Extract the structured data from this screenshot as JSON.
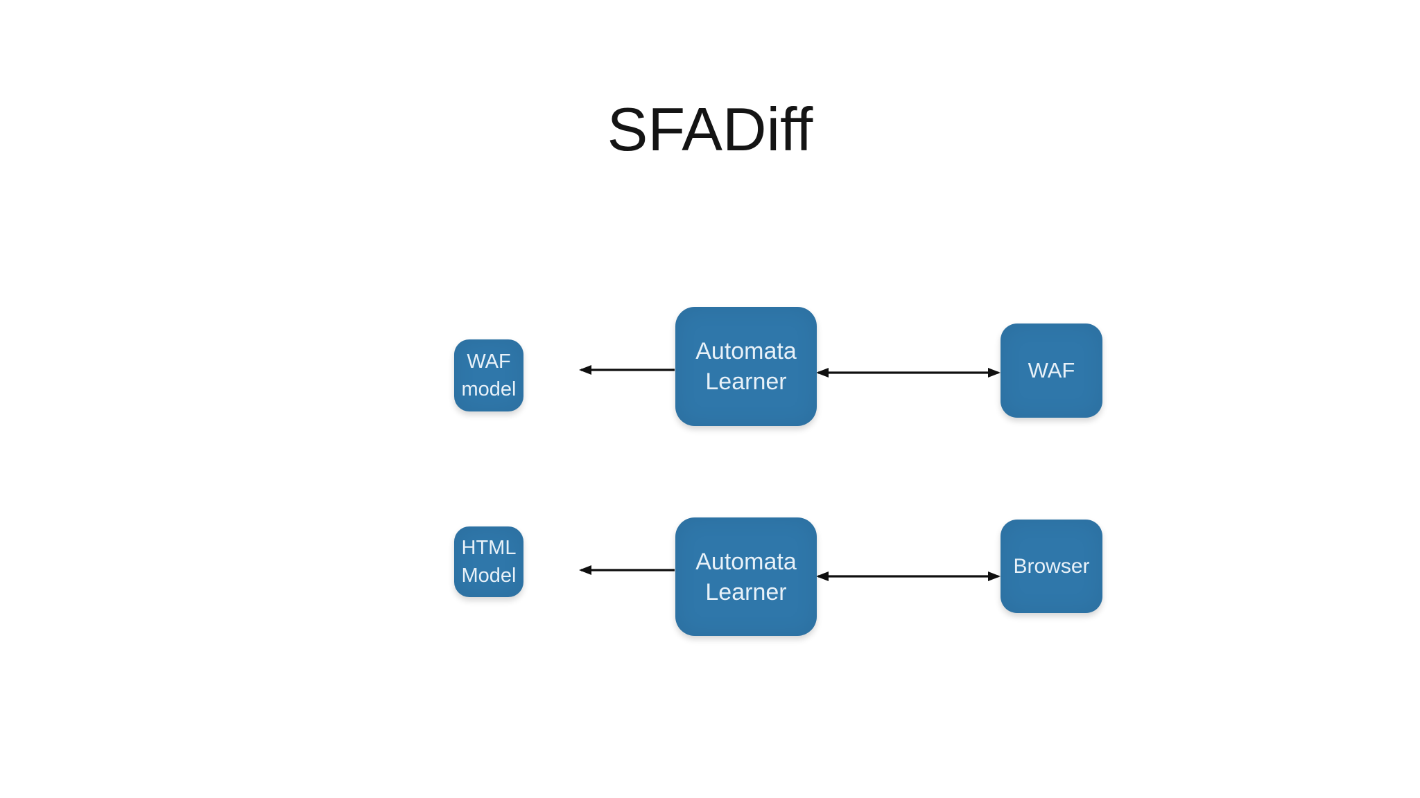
{
  "title": "SFADiff",
  "colors": {
    "background": "#ffffff",
    "box_fill": "#2f77aa",
    "box_text": "#e8f1f8",
    "arrow": "#0f0f0f",
    "title_color": "#141414"
  },
  "nodes": {
    "waf_model": {
      "line1": "WAF",
      "line2": "model"
    },
    "automata_learner_top": {
      "line1": "Automata",
      "line2": "Learner"
    },
    "waf": {
      "line1": "WAF"
    },
    "html_model": {
      "line1": "HTML",
      "line2": "Model"
    },
    "automata_learner_bottom": {
      "line1": "Automata",
      "line2": "Learner"
    },
    "browser": {
      "line1": "Browser"
    }
  },
  "connections": [
    {
      "from": "automata_learner_top",
      "to": "waf_model",
      "style": "single-headed-arrow",
      "direction": "left"
    },
    {
      "from": "automata_learner_top",
      "to": "waf",
      "style": "double-headed-arrow",
      "direction": "both"
    },
    {
      "from": "automata_learner_bottom",
      "to": "html_model",
      "style": "single-headed-arrow",
      "direction": "left"
    },
    {
      "from": "automata_learner_bottom",
      "to": "browser",
      "style": "double-headed-arrow",
      "direction": "both"
    }
  ]
}
